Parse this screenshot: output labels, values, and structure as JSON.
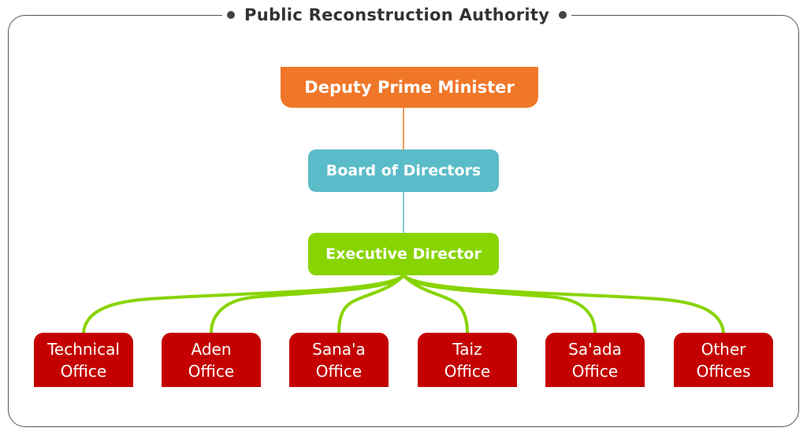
{
  "title": "Public Reconstruction Authority",
  "nodes": {
    "deputy_prime_minister": "Deputy Prime Minister",
    "board_of_directors": "Board of Directors",
    "executive_director": "Executive Director"
  },
  "offices": [
    {
      "line1": "Technical",
      "line2": "Office"
    },
    {
      "line1": "Aden",
      "line2": "Office"
    },
    {
      "line1": "Sana'a",
      "line2": "Office"
    },
    {
      "line1": "Taiz",
      "line2": "Office"
    },
    {
      "line1": "Sa'ada",
      "line2": "Office"
    },
    {
      "line1": "Other",
      "line2": "Offices"
    }
  ],
  "colors": {
    "deputy_prime_minister": "#f07628",
    "board_of_directors": "#5abcc8",
    "executive_director": "#88d400",
    "offices": "#c40000",
    "frame": "#555555"
  }
}
